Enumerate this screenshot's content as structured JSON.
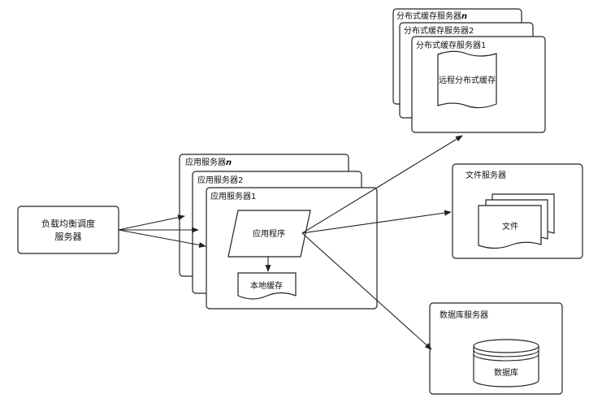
{
  "load_balancer": {
    "line1": "负载均衡调度",
    "line2": "服务器"
  },
  "app_servers": {
    "titles": [
      "应用服务器",
      "应用服务器2",
      "应用服务器1"
    ],
    "n_suffix": "n",
    "program": "应用程序",
    "local_cache": "本地缓存"
  },
  "cache_servers": {
    "titles": [
      "分布式缓存服务器",
      "分布式缓存服务器2",
      "分布式缓存服务器1"
    ],
    "n_suffix": "n",
    "remote_cache": "远程分布式缓存"
  },
  "file_server": {
    "title": "文件服务器",
    "doc": "文件"
  },
  "db_server": {
    "title": "数据库服务器",
    "db": "数据库"
  }
}
